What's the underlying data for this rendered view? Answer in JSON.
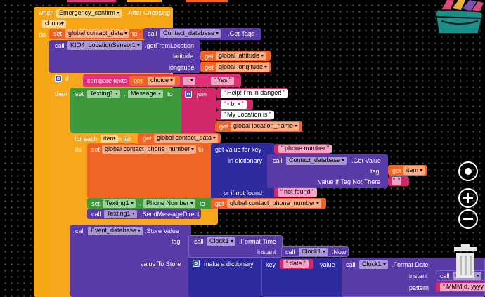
{
  "event": {
    "when_kw": "when",
    "component": "Emergency_confirm",
    "event_name": ".After Choosing",
    "param": "choice",
    "do_kw": "do"
  },
  "stmt1": {
    "set_kw": "set",
    "var": "global contact_data",
    "to_kw": "to",
    "call_kw": "call",
    "db": "Contact_database",
    "method": ".Get Tags"
  },
  "stmt2": {
    "call_kw": "call",
    "sensor": "KIO4_LocationSensor1",
    "method": ".getFromLocation",
    "latitude_label": "latitude",
    "latitude_get": "get",
    "latitude_var": "global lattitude",
    "longitude_label": "longitude",
    "longitude_get": "get",
    "longitude_var": "global longitude"
  },
  "if_block": {
    "if_kw": "if",
    "compare_label": "compare texts",
    "get_kw": "get",
    "get_var": "choice",
    "operator": "=",
    "literal": "Yes",
    "then_kw": "then"
  },
  "set_message": {
    "set_kw": "set",
    "component": "Texting1",
    "prop": "Message",
    "to_kw": "to",
    "join_kw": "join",
    "items": [
      "Help! I'm in danger!",
      "<br>",
      "My Location is"
    ],
    "get_kw": "get",
    "location_var": "global location_name"
  },
  "foreach": {
    "for_each_kw": "for each",
    "item_var": "item",
    "in_list_kw": "in list",
    "get_kw": "get",
    "list_var": "global contact_data",
    "do_kw": "do"
  },
  "set_phone_var": {
    "set_kw": "set",
    "var": "global contact_phone_number",
    "to_kw": "to",
    "lookup_label": "get value for key",
    "key_literal": "phone number",
    "in_dict_label": "in dictionary",
    "call_kw": "call",
    "db": "Contact_database",
    "method": ".Get Value",
    "tag_label": "tag",
    "get_kw": "get",
    "tag_var": "item",
    "not_there_label": "value If Tag Not There",
    "not_found_label": "or if not found",
    "not_found_literal": "not found"
  },
  "set_phone_num": {
    "set_kw": "set",
    "component": "Texting1",
    "prop": "Phone Number",
    "to_kw": "to",
    "get_kw": "get",
    "var": "global contact_phone_number"
  },
  "send": {
    "call_kw": "call",
    "component": "Texting1",
    "method": ".SendMessageDirect"
  },
  "store": {
    "call_kw": "call",
    "db": "Event_database",
    "method": ".Store Value",
    "tag_label": "tag",
    "clock_call_kw": "call",
    "clock": "Clock1",
    "format_time": ".Format Time",
    "instant_label": "instant",
    "now_call_kw": "call",
    "now_clock": "Clock1",
    "now_method": ".Now",
    "value_label": "value To Store",
    "make_dict": "make a dictionary",
    "key_label": "key",
    "key_literal": "date",
    "value_kw": "value",
    "date_call_kw": "call",
    "date_clock": "Clock1",
    "format_date": ".Format Date",
    "instant2_label": "instant",
    "instant2_call_kw": "call",
    "instant2_clock": "Clock1",
    "pattern_label": "pattern",
    "pattern_literal": "MMM d, yyyy"
  },
  "colors": {
    "event": "#f5a614",
    "variable": "#f06424",
    "component_purple": "#5a3aa6",
    "text_pink": "#d1276b",
    "control_gold": "#f7a71c",
    "dictionary": "#2d2b9e",
    "setter_green": "#3c9a3c",
    "logic_pink": "#e0307a"
  }
}
